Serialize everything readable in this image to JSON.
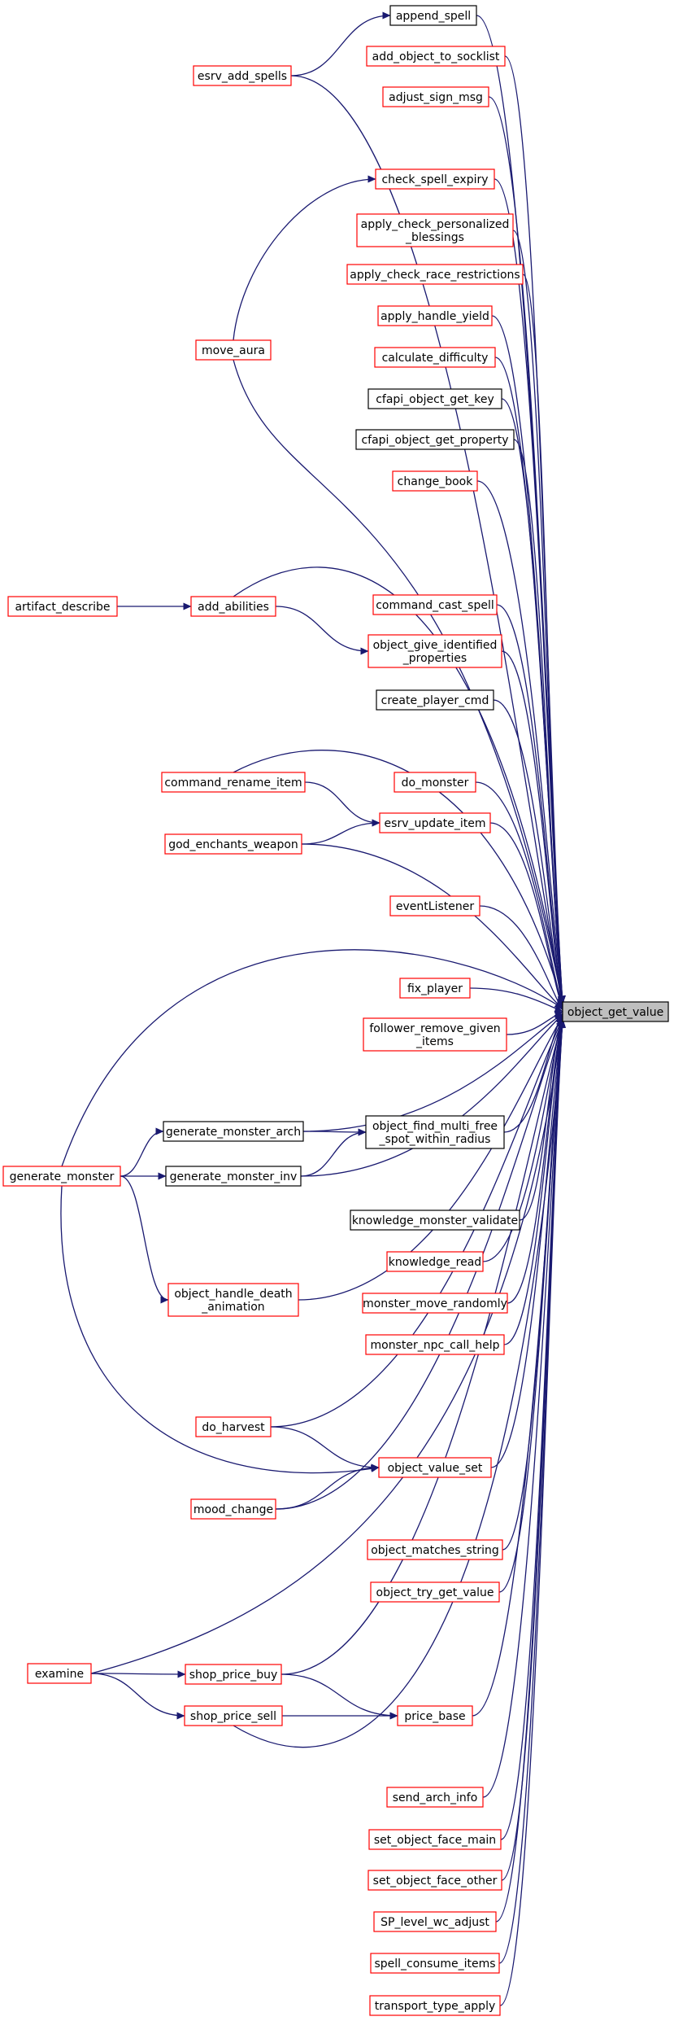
{
  "colors": {
    "edge": "#191970",
    "node_red_border": "#ff0000",
    "node_black_border": "#000000",
    "focus_fill": "#bfbfbf",
    "node_fill": "#ffffff",
    "text": "#000000"
  },
  "nodes": {
    "append_spell": {
      "lines": [
        "append_spell"
      ],
      "style": "black"
    },
    "esrv_add_spells": {
      "lines": [
        "esrv_add_spells"
      ],
      "style": "red"
    },
    "add_object_to_socklist": {
      "lines": [
        "add_object_to_socklist"
      ],
      "style": "red"
    },
    "adjust_sign_msg": {
      "lines": [
        "adjust_sign_msg"
      ],
      "style": "red"
    },
    "check_spell_expiry": {
      "lines": [
        "check_spell_expiry"
      ],
      "style": "red"
    },
    "apply_check_personalized_blessings": {
      "lines": [
        "apply_check_personalized",
        "_blessings"
      ],
      "style": "red"
    },
    "apply_check_race_restrictions": {
      "lines": [
        "apply_check_race_restrictions"
      ],
      "style": "red"
    },
    "apply_handle_yield": {
      "lines": [
        "apply_handle_yield"
      ],
      "style": "red"
    },
    "move_aura": {
      "lines": [
        "move_aura"
      ],
      "style": "red"
    },
    "calculate_difficulty": {
      "lines": [
        "calculate_difficulty"
      ],
      "style": "red"
    },
    "cfapi_object_get_key": {
      "lines": [
        "cfapi_object_get_key"
      ],
      "style": "black"
    },
    "cfapi_object_get_property": {
      "lines": [
        "cfapi_object_get_property"
      ],
      "style": "black"
    },
    "change_book": {
      "lines": [
        "change_book"
      ],
      "style": "red"
    },
    "artifact_describe": {
      "lines": [
        "artifact_describe"
      ],
      "style": "red"
    },
    "add_abilities": {
      "lines": [
        "add_abilities"
      ],
      "style": "red"
    },
    "command_cast_spell": {
      "lines": [
        "command_cast_spell"
      ],
      "style": "red"
    },
    "object_give_identified_properties": {
      "lines": [
        "object_give_identified",
        "_properties"
      ],
      "style": "red"
    },
    "create_player_cmd": {
      "lines": [
        "create_player_cmd"
      ],
      "style": "black"
    },
    "command_rename_item": {
      "lines": [
        "command_rename_item"
      ],
      "style": "red"
    },
    "do_monster": {
      "lines": [
        "do_monster"
      ],
      "style": "red"
    },
    "esrv_update_item": {
      "lines": [
        "esrv_update_item"
      ],
      "style": "red"
    },
    "god_enchants_weapon": {
      "lines": [
        "god_enchants_weapon"
      ],
      "style": "red"
    },
    "eventListener": {
      "lines": [
        "eventListener"
      ],
      "style": "red"
    },
    "fix_player": {
      "lines": [
        "fix_player"
      ],
      "style": "red"
    },
    "object_get_value": {
      "lines": [
        "object_get_value"
      ],
      "style": "focus"
    },
    "follower_remove_given_items": {
      "lines": [
        "follower_remove_given",
        "_items"
      ],
      "style": "red"
    },
    "generate_monster_arch": {
      "lines": [
        "generate_monster_arch"
      ],
      "style": "black"
    },
    "object_find_multi_free_spot_within_radius": {
      "lines": [
        "object_find_multi_free",
        "_spot_within_radius"
      ],
      "style": "black"
    },
    "generate_monster": {
      "lines": [
        "generate_monster"
      ],
      "style": "red"
    },
    "generate_monster_inv": {
      "lines": [
        "generate_monster_inv"
      ],
      "style": "black"
    },
    "knowledge_monster_validate": {
      "lines": [
        "knowledge_monster_validate"
      ],
      "style": "black"
    },
    "knowledge_read": {
      "lines": [
        "knowledge_read"
      ],
      "style": "red"
    },
    "object_handle_death_animation": {
      "lines": [
        "object_handle_death",
        "_animation"
      ],
      "style": "red"
    },
    "monster_move_randomly": {
      "lines": [
        "monster_move_randomly"
      ],
      "style": "red"
    },
    "monster_npc_call_help": {
      "lines": [
        "monster_npc_call_help"
      ],
      "style": "red"
    },
    "do_harvest": {
      "lines": [
        "do_harvest"
      ],
      "style": "red"
    },
    "object_value_set": {
      "lines": [
        "object_value_set"
      ],
      "style": "red"
    },
    "mood_change": {
      "lines": [
        "mood_change"
      ],
      "style": "red"
    },
    "object_matches_string": {
      "lines": [
        "object_matches_string"
      ],
      "style": "red"
    },
    "object_try_get_value": {
      "lines": [
        "object_try_get_value"
      ],
      "style": "red"
    },
    "examine": {
      "lines": [
        "examine"
      ],
      "style": "red"
    },
    "shop_price_buy": {
      "lines": [
        "shop_price_buy"
      ],
      "style": "red"
    },
    "price_base": {
      "lines": [
        "price_base"
      ],
      "style": "red"
    },
    "shop_price_sell": {
      "lines": [
        "shop_price_sell"
      ],
      "style": "red"
    },
    "send_arch_info": {
      "lines": [
        "send_arch_info"
      ],
      "style": "red"
    },
    "set_object_face_main": {
      "lines": [
        "set_object_face_main"
      ],
      "style": "red"
    },
    "set_object_face_other": {
      "lines": [
        "set_object_face_other"
      ],
      "style": "red"
    },
    "SP_level_wc_adjust": {
      "lines": [
        "SP_level_wc_adjust"
      ],
      "style": "red"
    },
    "spell_consume_items": {
      "lines": [
        "spell_consume_items"
      ],
      "style": "red"
    },
    "transport_type_apply": {
      "lines": [
        "transport_type_apply"
      ],
      "style": "red"
    }
  },
  "edges": [
    [
      "esrv_add_spells",
      "append_spell"
    ],
    [
      "esrv_add_spells",
      "object_get_value"
    ],
    [
      "append_spell",
      "object_get_value"
    ],
    [
      "add_object_to_socklist",
      "object_get_value"
    ],
    [
      "adjust_sign_msg",
      "object_get_value"
    ],
    [
      "move_aura",
      "check_spell_expiry"
    ],
    [
      "move_aura",
      "object_get_value"
    ],
    [
      "check_spell_expiry",
      "object_get_value"
    ],
    [
      "apply_check_personalized_blessings",
      "object_get_value"
    ],
    [
      "apply_check_race_restrictions",
      "object_get_value"
    ],
    [
      "apply_handle_yield",
      "object_get_value"
    ],
    [
      "calculate_difficulty",
      "object_get_value"
    ],
    [
      "cfapi_object_get_key",
      "object_get_value"
    ],
    [
      "cfapi_object_get_property",
      "object_get_value"
    ],
    [
      "change_book",
      "object_get_value"
    ],
    [
      "artifact_describe",
      "add_abilities"
    ],
    [
      "add_abilities",
      "object_give_identified_properties"
    ],
    [
      "add_abilities",
      "object_get_value"
    ],
    [
      "command_cast_spell",
      "object_get_value"
    ],
    [
      "object_give_identified_properties",
      "object_get_value"
    ],
    [
      "create_player_cmd",
      "object_get_value"
    ],
    [
      "command_rename_item",
      "esrv_update_item"
    ],
    [
      "command_rename_item",
      "object_get_value"
    ],
    [
      "god_enchants_weapon",
      "esrv_update_item"
    ],
    [
      "god_enchants_weapon",
      "object_get_value"
    ],
    [
      "do_monster",
      "object_get_value"
    ],
    [
      "esrv_update_item",
      "object_get_value"
    ],
    [
      "eventListener",
      "object_get_value"
    ],
    [
      "fix_player",
      "object_get_value"
    ],
    [
      "follower_remove_given_items",
      "object_get_value"
    ],
    [
      "generate_monster",
      "object_get_value"
    ],
    [
      "generate_monster",
      "generate_monster_arch"
    ],
    [
      "generate_monster",
      "generate_monster_inv"
    ],
    [
      "generate_monster",
      "object_handle_death_animation"
    ],
    [
      "generate_monster",
      "object_value_set"
    ],
    [
      "generate_monster_arch",
      "object_find_multi_free_spot_within_radius"
    ],
    [
      "generate_monster_arch",
      "object_get_value"
    ],
    [
      "generate_monster_inv",
      "object_find_multi_free_spot_within_radius"
    ],
    [
      "generate_monster_inv",
      "object_get_value"
    ],
    [
      "object_find_multi_free_spot_within_radius",
      "object_get_value"
    ],
    [
      "knowledge_monster_validate",
      "object_get_value"
    ],
    [
      "knowledge_read",
      "object_get_value"
    ],
    [
      "object_handle_death_animation",
      "object_get_value"
    ],
    [
      "monster_move_randomly",
      "object_get_value"
    ],
    [
      "monster_npc_call_help",
      "object_get_value"
    ],
    [
      "do_harvest",
      "object_value_set"
    ],
    [
      "do_harvest",
      "object_get_value"
    ],
    [
      "mood_change",
      "object_value_set"
    ],
    [
      "mood_change",
      "object_get_value"
    ],
    [
      "object_value_set",
      "object_get_value"
    ],
    [
      "object_matches_string",
      "object_get_value"
    ],
    [
      "object_try_get_value",
      "object_get_value"
    ],
    [
      "examine",
      "shop_price_buy"
    ],
    [
      "examine",
      "shop_price_sell"
    ],
    [
      "examine",
      "object_get_value"
    ],
    [
      "shop_price_buy",
      "price_base"
    ],
    [
      "shop_price_buy",
      "object_get_value"
    ],
    [
      "shop_price_sell",
      "price_base"
    ],
    [
      "shop_price_sell",
      "object_get_value"
    ],
    [
      "price_base",
      "object_get_value"
    ],
    [
      "send_arch_info",
      "object_get_value"
    ],
    [
      "set_object_face_main",
      "object_get_value"
    ],
    [
      "set_object_face_other",
      "object_get_value"
    ],
    [
      "SP_level_wc_adjust",
      "object_get_value"
    ],
    [
      "spell_consume_items",
      "object_get_value"
    ],
    [
      "transport_type_apply",
      "object_get_value"
    ]
  ]
}
